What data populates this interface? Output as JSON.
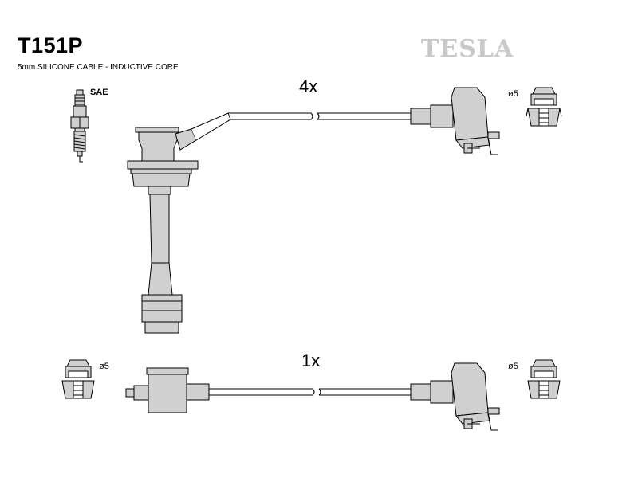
{
  "header": {
    "part_number": "T151P",
    "description": "5mm SILICONE CABLE - INDUCTIVE CORE",
    "brand": "TESLA"
  },
  "labels": {
    "spark_plug_type": "SAE",
    "qty_top": "4x",
    "qty_bottom": "1x",
    "terminal_top_right": "ø5",
    "terminal_bottom_left": "ø5",
    "terminal_bottom_right": "ø5"
  },
  "colors": {
    "line": "#000000",
    "fill": "#d0d0d0",
    "brand": "#c9c9c9"
  }
}
